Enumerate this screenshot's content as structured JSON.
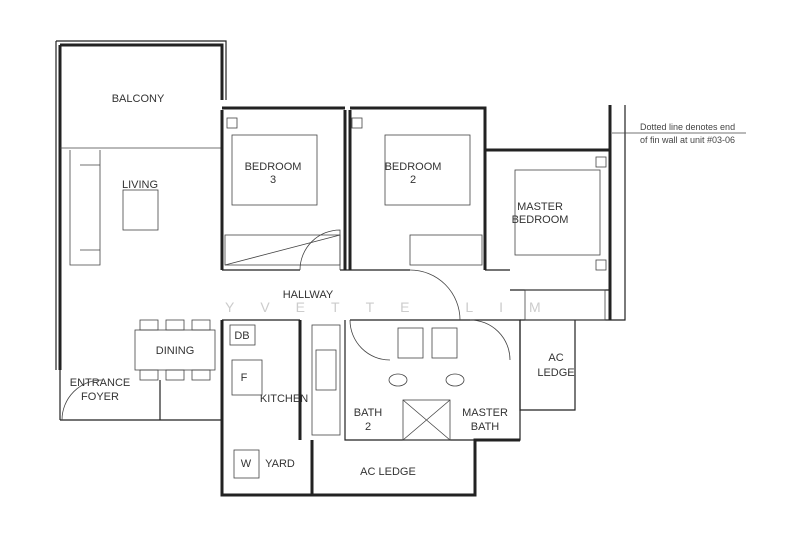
{
  "plan": {
    "rooms": {
      "balcony": "BALCONY",
      "living": "LIVING",
      "bedroom3": [
        "BEDROOM",
        "3"
      ],
      "bedroom2": [
        "BEDROOM",
        "2"
      ],
      "master_bedroom": [
        "MASTER",
        "BEDROOM"
      ],
      "hallway": "HALLWAY",
      "dining": "DINING",
      "db": "DB",
      "fridge": "F",
      "kitchen": "KITCHEN",
      "entrance_foyer": [
        "ENTRANCE",
        "FOYER"
      ],
      "washer": "W",
      "yard": "YARD",
      "bath2": [
        "BATH",
        "2"
      ],
      "master_bath": [
        "MASTER",
        "BATH"
      ],
      "ac_ledge_right": [
        "AC",
        "LEDGE"
      ],
      "ac_ledge_bottom": "AC LEDGE"
    },
    "note": [
      "Dotted line denotes end",
      "of fin wall at unit #03-06"
    ],
    "watermark": "YVETTE LIM"
  }
}
